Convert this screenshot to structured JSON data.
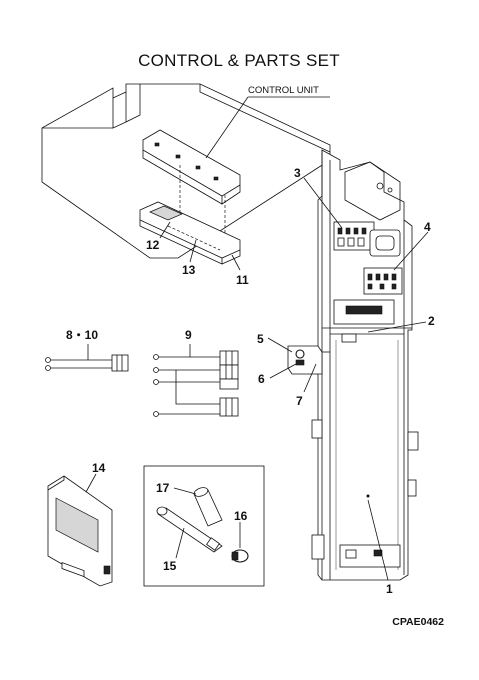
{
  "title": "CONTROL & PARTS SET",
  "control_unit_label": "CONTROL UNIT",
  "drawing_code": "CPAE0462",
  "callouts": {
    "n1": "1",
    "n2": "2",
    "n3": "3",
    "n4": "4",
    "n5": "5",
    "n6": "6",
    "n7": "7",
    "n8_10": "8・10",
    "n9": "9",
    "n11": "11",
    "n12": "12",
    "n13": "13",
    "n14": "14",
    "n15": "15",
    "n16": "16",
    "n17": "17"
  }
}
